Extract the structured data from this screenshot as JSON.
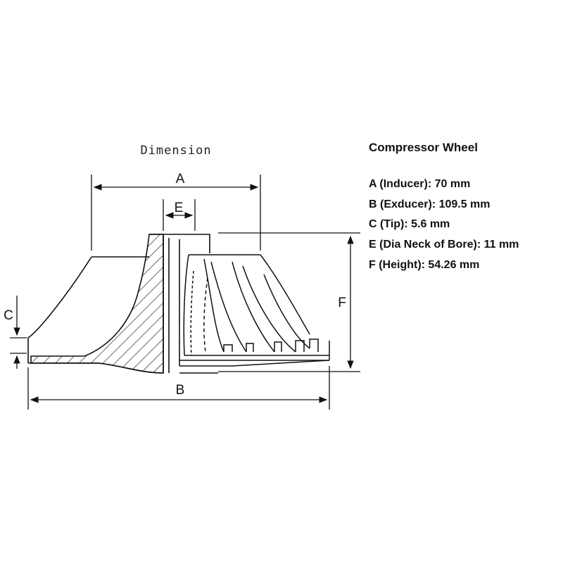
{
  "diagram_title": "Dimension",
  "dimension_labels": {
    "a": "A",
    "b": "B",
    "c": "C",
    "e": "E",
    "f": "F"
  },
  "specs": {
    "title": "Compressor Wheel",
    "items": [
      "A (Inducer): 70 mm",
      "B (Exducer): 109.5 mm",
      "C (Tip): 5.6 mm",
      "E (Dia Neck of Bore): 11 mm",
      "F (Height): 54.26 mm"
    ]
  },
  "colors": {
    "line": "#111111",
    "background": "#ffffff"
  }
}
